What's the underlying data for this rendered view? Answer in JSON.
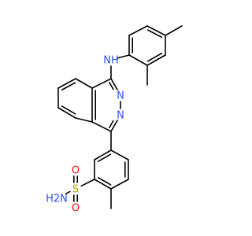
{
  "molecule": {
    "colors": {
      "bond": "#000000",
      "carbon": "#000000",
      "nitrogen": "#3050f8",
      "sulfur": "#b2a300",
      "oxygen": "#ff0d0d"
    },
    "atoms": [
      {
        "id": "aNH",
        "text": "NH",
        "element": "nitrogen"
      },
      {
        "id": "aH2N",
        "text": "H2N",
        "element": "nitrogen"
      },
      {
        "id": "aN1",
        "text": "N",
        "element": "nitrogen"
      },
      {
        "id": "aN2",
        "text": "N",
        "element": "nitrogen"
      },
      {
        "id": "aS",
        "text": "S",
        "element": "sulfur"
      },
      {
        "id": "aO1",
        "text": "O",
        "element": "oxygen"
      },
      {
        "id": "aO2",
        "text": "O",
        "element": "oxygen"
      }
    ]
  }
}
